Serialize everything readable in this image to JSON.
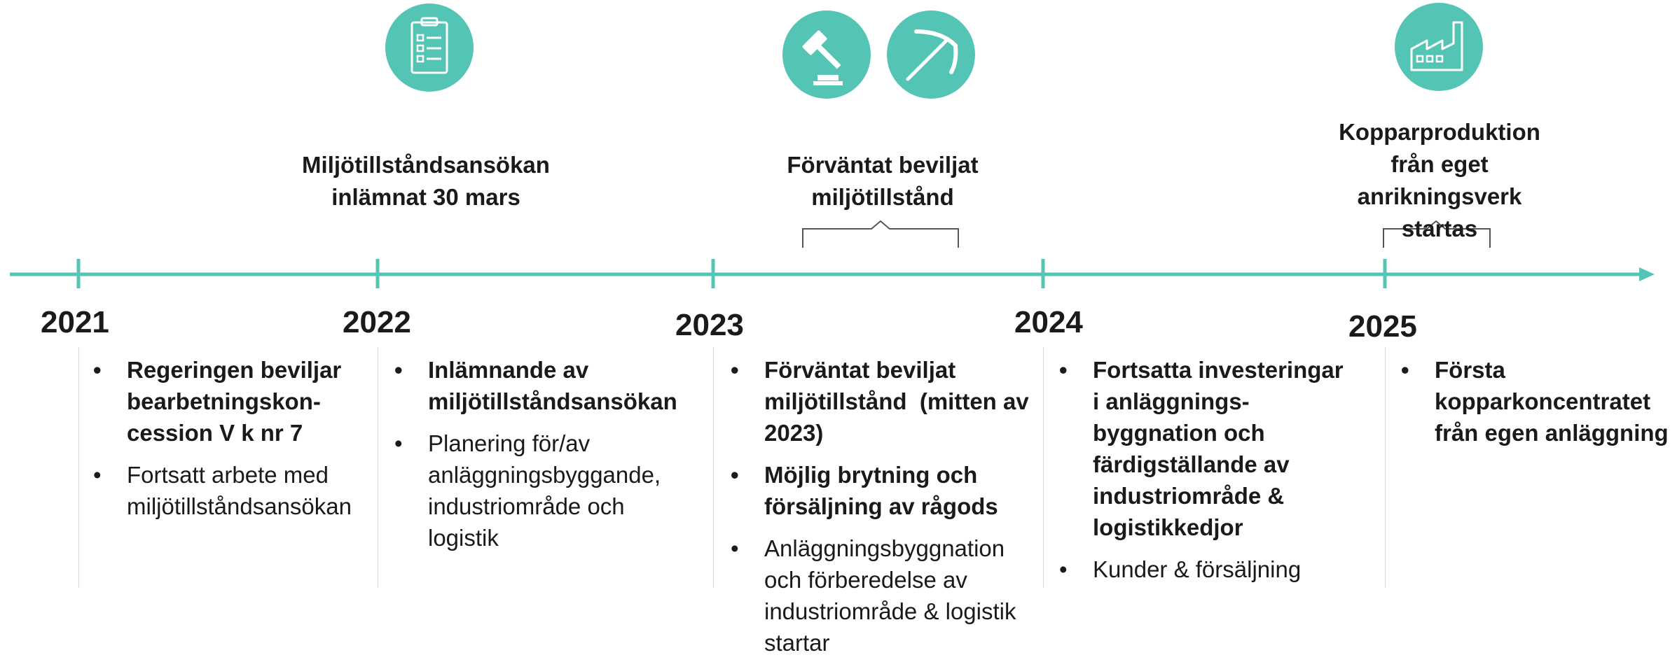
{
  "milestones": {
    "m2022": "Miljötillståndsansökan\ninlämnat 30 mars",
    "m2023": "Förväntat beviljat\nmiljötillstånd",
    "m2025": "Kopparproduktion\nfrån eget\nanrikningsverk startas"
  },
  "icons": [
    "clipboard-checklist-icon",
    "gavel-icon",
    "pickaxe-icon",
    "factory-icon"
  ],
  "colors": {
    "teal": "#54c5b5"
  },
  "years": [
    "2021",
    "2022",
    "2023",
    "2024",
    "2025"
  ],
  "columns": [
    {
      "items": [
        {
          "text": "Regeringen beviljar bearbetningskon-cession V k nr 7"
        },
        {
          "text": "Fortsatt arbete med miljötillståndsansökan"
        }
      ]
    },
    {
      "items": [
        {
          "text": "Inlämnande av miljötillståndsansökan"
        },
        {
          "text": "Planering för/av anläggningsbyggande, industriområde och logistik"
        }
      ]
    },
    {
      "items": [
        {
          "text": "Förväntat beviljat miljötillstånd  (mitten av 2023)"
        },
        {
          "text": "Möjlig brytning och försäljning av rågods"
        },
        {
          "text": "Anläggningsbyggnation och förberedelse av industriområde & logistik startar"
        }
      ]
    },
    {
      "items": [
        {
          "text": "Fortsatta investeringar i anläggnings-byggnation och färdigställande av industriområde & logistikkedjor"
        },
        {
          "text": "Kunder & försäljning"
        }
      ]
    },
    {
      "items": [
        {
          "text": "Första kopparkoncentratet från egen anläggning"
        }
      ]
    }
  ]
}
